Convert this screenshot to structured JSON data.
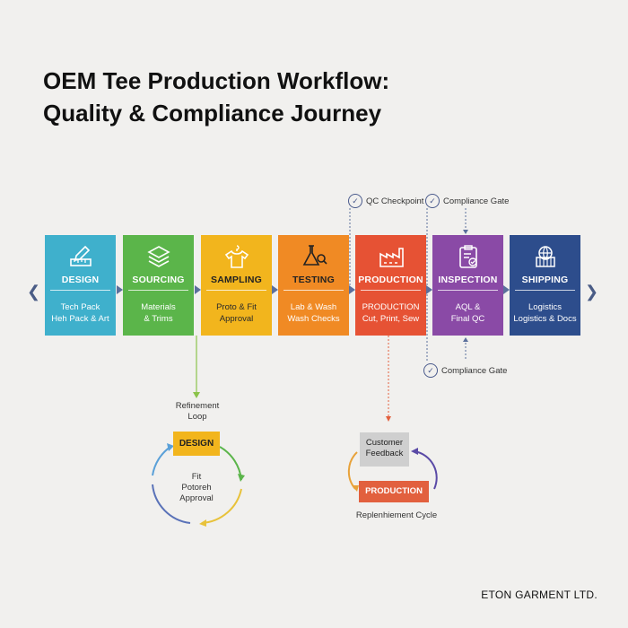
{
  "title": {
    "line1": "OEM Tee Production Workflow:",
    "line2": "Quality & Compliance Journey"
  },
  "stages": [
    {
      "name": "DESIGN",
      "line1": "Tech Pack",
      "line2": "Heh Pack & Art",
      "color": "#3fb0cc",
      "icon": "ruler-pencil-icon"
    },
    {
      "name": "SOURCING",
      "line1": "Materials",
      "line2": "& Trims",
      "color": "#5bb54a",
      "icon": "fabric-layers-icon"
    },
    {
      "name": "SAMPLING",
      "line1": "Proto & Fit",
      "line2": "Approval",
      "color": "#f2b51d",
      "icon": "tshirt-hanger-icon"
    },
    {
      "name": "TESTING",
      "line1": "Lab & Wash",
      "line2": "Wash Checks",
      "color": "#f08a24",
      "icon": "flask-magnifier-icon"
    },
    {
      "name": "PRODUCTION",
      "line1": "PRODUCTION",
      "line2": "Cut, Print, Sew",
      "color": "#e65234",
      "icon": "factory-icon"
    },
    {
      "name": "INSPECTION",
      "line1": "AQL &",
      "line2": "Final QC",
      "color": "#8a4aa6",
      "icon": "clipboard-check-icon"
    },
    {
      "name": "SHIPPING",
      "line1": "Logistics",
      "line2": "Logistics & Docs",
      "color": "#2d4d8c",
      "icon": "globe-box-icon"
    }
  ],
  "checkpoints": {
    "qc_checkpoint": "QC Checkpoint",
    "compliance_gate_top": "Compliance Gate",
    "compliance_gate_bottom": "Compliance Gate"
  },
  "refinement": {
    "label_line1": "Refinement",
    "label_line2": "Loop",
    "box": "DESIGN",
    "center_line1": "Fit",
    "center_line2": "Potoreh",
    "center_line3": "Approval",
    "box_color": "#f2b51d"
  },
  "replenishment": {
    "feedback_line1": "Customer",
    "feedback_line2": "Feedback",
    "production": "PRODUCTION",
    "label": "Replenhiement Cycle",
    "production_color": "#e2603e"
  },
  "company": "ETON GARMENT LTD."
}
